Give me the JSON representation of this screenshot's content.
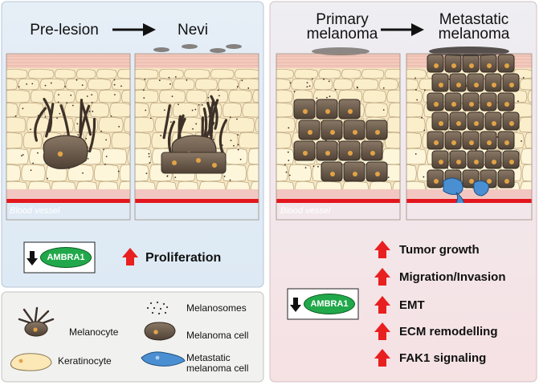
{
  "stages": {
    "pre_lesion": "Pre-lesion",
    "nevi": "Nevi",
    "primary": "Primary\nmelanoma",
    "metastatic": "Metastatic\nmelanoma"
  },
  "blood_vessel": "Blood vessel",
  "gene": "AMBRA1",
  "left_effects": [
    "Proliferation"
  ],
  "right_effects": [
    "Tumor growth",
    "Migration/Invasion",
    "EMT",
    "ECM remodelling",
    "FAK1 signaling"
  ],
  "legend": {
    "melanocyte": "Melanocyte",
    "keratinocyte": "Keratinocyte",
    "melanosomes": "Melanosomes",
    "melanoma_cell": "Melanoma cell",
    "metastatic_cell": "Metastatic\nmelanoma cell"
  },
  "colors": {
    "up_arrow": "#e8201f",
    "down_arrow": "#111111",
    "gene_fill": "#21a84a",
    "vessel": "#e3161d",
    "left_panel_bg": "#dde9f4",
    "right_panel_bg": "#f6e1e3",
    "melanoma_cell": "#6b5a49",
    "metastatic_cell": "#4a8fd1"
  }
}
